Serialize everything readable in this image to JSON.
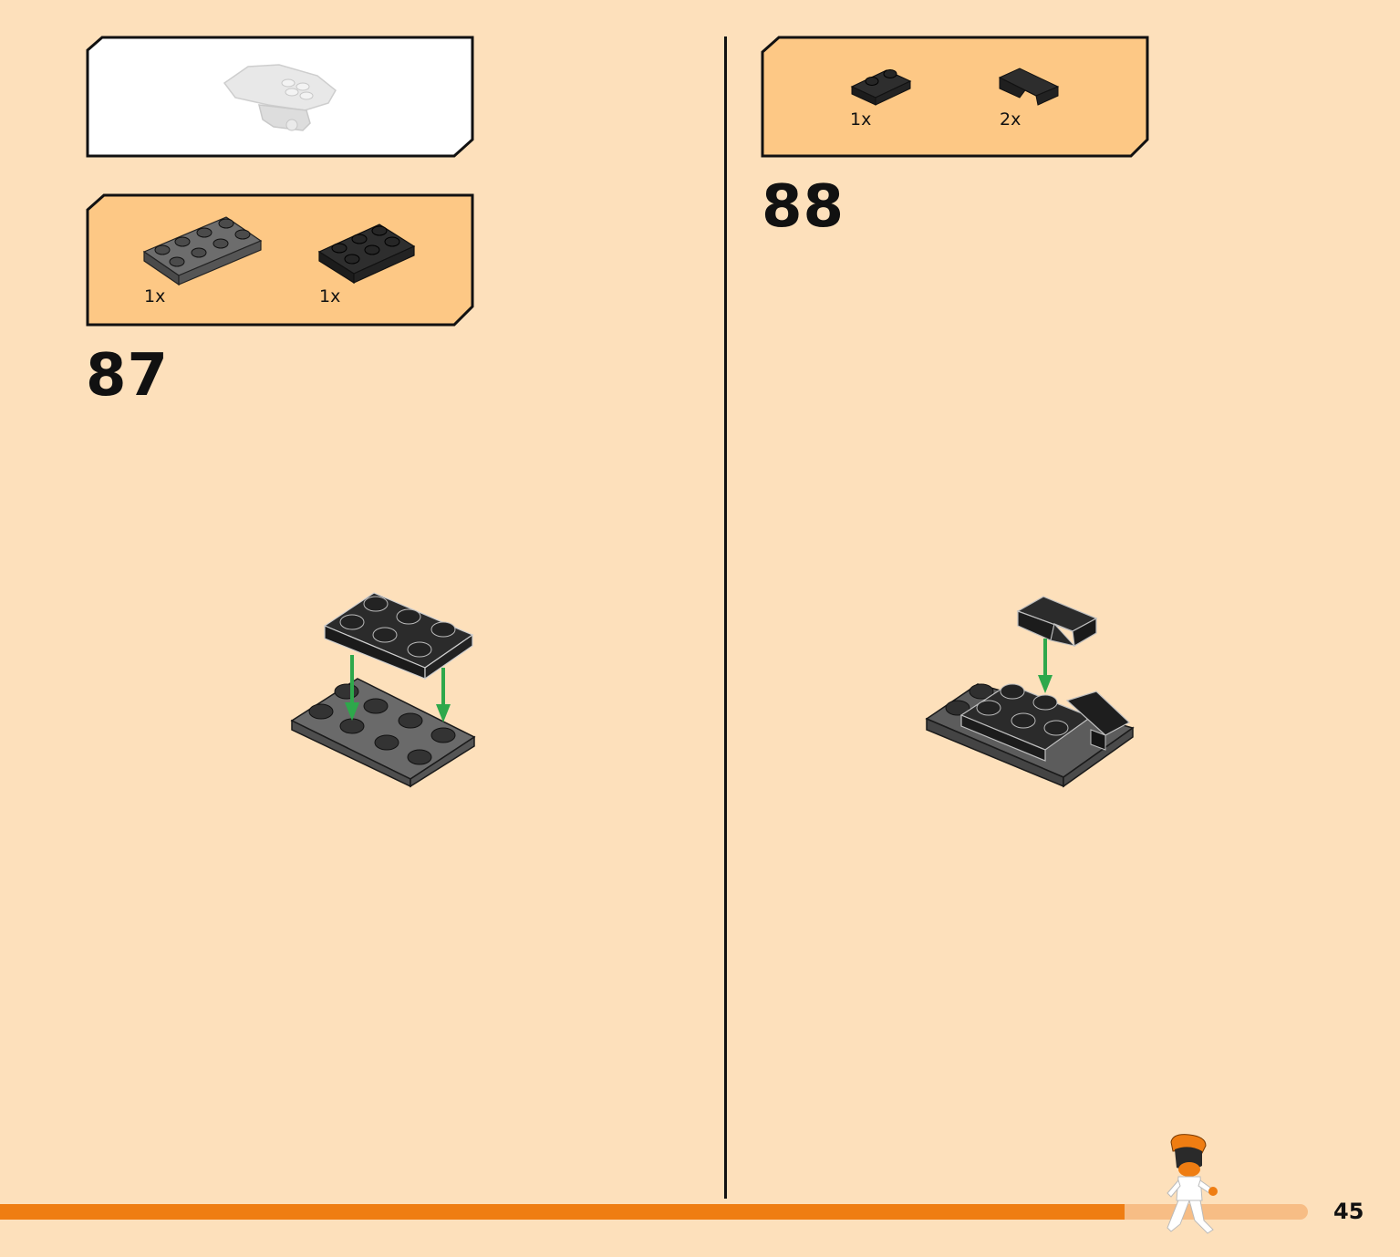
{
  "page": {
    "number": "45"
  },
  "colors": {
    "background": "#fde0bb",
    "callout_fill": "#fdc885",
    "progress_fill": "#ef7d12",
    "progress_track": "#f7bd85",
    "assembly_arrow": "#2ea84b"
  },
  "progress": {
    "fraction": 0.86
  },
  "left": {
    "submodel_callout": {
      "image": "grey-submodel-preview"
    },
    "parts_callout": {
      "items": [
        {
          "qty": "1x",
          "part": "dark-grey-plate-2x4"
        },
        {
          "qty": "1x",
          "part": "black-plate-2x3"
        }
      ]
    },
    "step": "87"
  },
  "right": {
    "parts_callout": {
      "items": [
        {
          "qty": "1x",
          "part": "black-plate-1x2"
        },
        {
          "qty": "2x",
          "part": "black-slope-wedge"
        }
      ]
    },
    "step": "88"
  }
}
